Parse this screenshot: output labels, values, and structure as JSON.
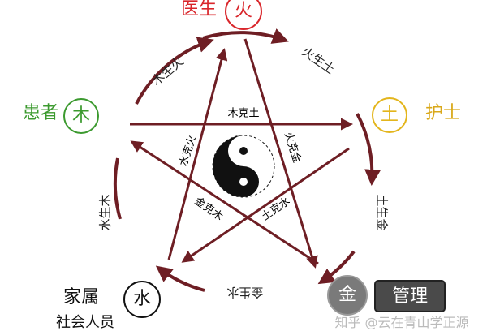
{
  "colors": {
    "line": "#6e1e24",
    "fire": "#d9262b",
    "wood": "#3c9a2f",
    "earth": "#e3b51c",
    "water": "#111111",
    "metal": "#7a7a7a",
    "manage": "#4a4a4a"
  },
  "nodes": {
    "fire": {
      "char": "火",
      "role": "医生"
    },
    "wood": {
      "char": "木",
      "role": "患者"
    },
    "earth": {
      "char": "土",
      "role": "护士"
    },
    "water": {
      "char": "水",
      "role": "家属",
      "sub": "社会人员"
    },
    "metal": {
      "char": "金",
      "role": "管理"
    }
  },
  "generating": {
    "wood_fire": "木生火",
    "fire_earth": "火生土",
    "earth_metal": "土生金",
    "metal_water": "金生水",
    "water_wood": "水生木"
  },
  "controlling": {
    "wood_earth": "木克土",
    "fire_metal": "火克金",
    "earth_water": "土克水",
    "metal_wood": "金克木",
    "water_fire": "水克火"
  },
  "center_icon": "yin-yang-icon",
  "watermark": "知乎 @云在青山学正源"
}
